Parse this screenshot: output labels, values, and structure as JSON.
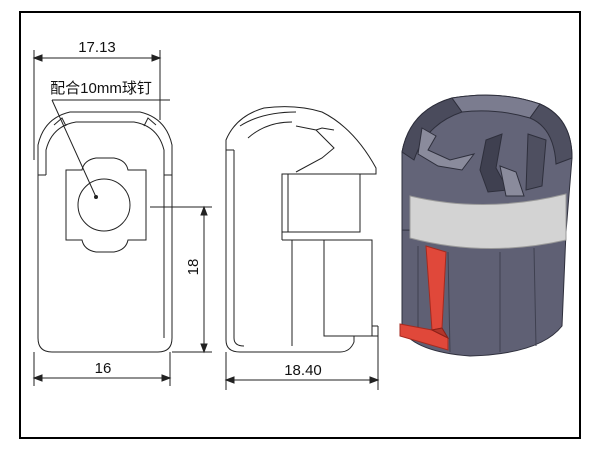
{
  "drawing": {
    "dimensions": {
      "top_width": "17.13",
      "bottom_width": "16",
      "height": "18",
      "side_depth": "18.40"
    },
    "note": "配合10mm球钉",
    "colors": {
      "frame": "#000000",
      "line": "#222222",
      "body_3d": "#5f6074",
      "body_3d_light": "#8a8b9c",
      "body_3d_dark": "#3f4050",
      "band": "#d3d3d3",
      "accent": "#e0483a"
    }
  }
}
